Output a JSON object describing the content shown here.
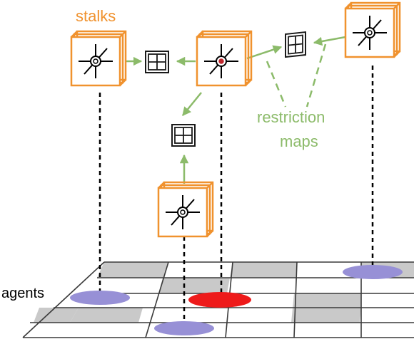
{
  "labels": {
    "stalks": "stalks",
    "restriction_line1": "restriction",
    "restriction_line2": "maps",
    "agents": "agents"
  },
  "colors": {
    "stalk": "#f0922e",
    "restriction": "#8cbb6a",
    "agent": "#9790d6",
    "agent_highlight": "#ee1a1a",
    "highlight_node": "#c0272d",
    "grid_gray": "#c9c9c9",
    "grid_line": "#3a3a3a",
    "map_box": "#1a1a1a"
  },
  "icons": {
    "stalk": "cube-icon",
    "restriction_map": "matrix-icon",
    "agent": "ellipse-marker"
  }
}
